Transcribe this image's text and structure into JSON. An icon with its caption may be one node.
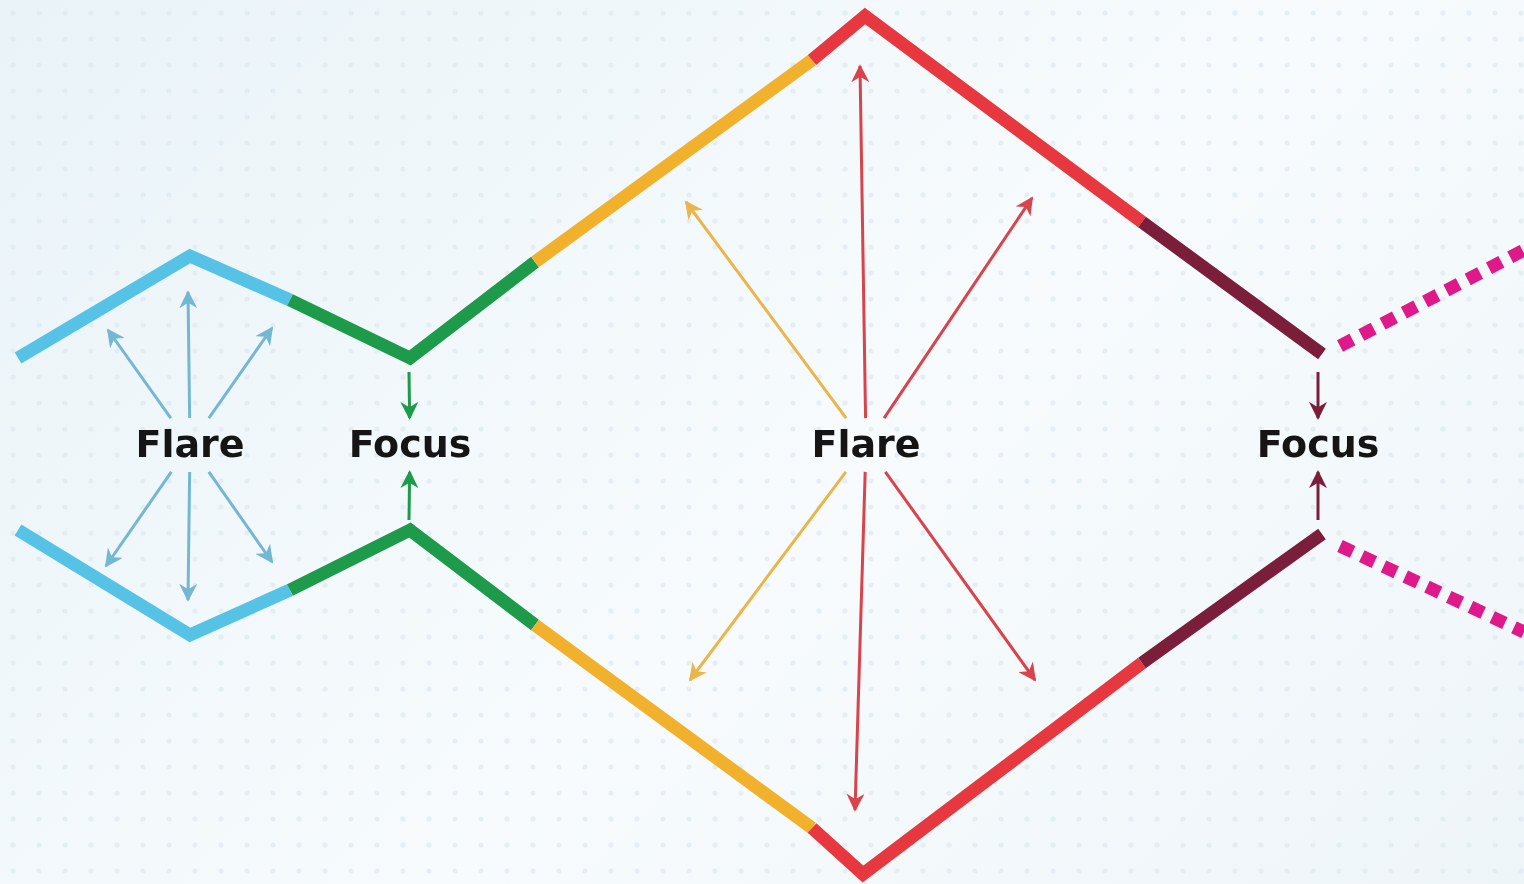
{
  "diagram": {
    "nodes": [
      {
        "text": [
          "Flare"
        ]
      },
      {
        "text": [
          "Focus"
        ]
      },
      {
        "text": [
          "Flare"
        ]
      },
      {
        "text": [
          "Focus"
        ]
      }
    ],
    "edges": [
      {
        "from": 0,
        "to": null,
        "arrow": "to"
      },
      {
        "from": 0,
        "to": null,
        "arrow": "to"
      },
      {
        "from": 0,
        "to": null,
        "arrow": "to"
      },
      {
        "from": 0,
        "to": null,
        "arrow": "to"
      },
      {
        "from": 0,
        "to": null,
        "arrow": "to"
      },
      {
        "from": 0,
        "to": null,
        "arrow": "to"
      },
      {
        "from": null,
        "to": 1,
        "arrow": "to",
        "color": "#1e9a4b"
      },
      {
        "from": null,
        "to": 1,
        "arrow": "to",
        "color": "#1e9a4b"
      },
      {
        "from": 2,
        "to": null,
        "arrow": "to",
        "color": "#eab54a"
      },
      {
        "from": 2,
        "to": null,
        "arrow": "to",
        "color": "#d8434c"
      },
      {
        "from": 2,
        "to": null,
        "arrow": "to",
        "color": "#d8434c"
      },
      {
        "from": 2,
        "to": null,
        "arrow": "to",
        "color": "#eab54a"
      },
      {
        "from": 2,
        "to": null,
        "arrow": "to",
        "color": "#d8434c"
      },
      {
        "from": 2,
        "to": null,
        "arrow": "to",
        "color": "#d8434c"
      },
      {
        "from": null,
        "to": 3,
        "arrow": "to",
        "color": "#7b1e3c"
      },
      {
        "from": null,
        "to": 3,
        "arrow": "to",
        "color": "#7b1e3c"
      }
    ]
  }
}
